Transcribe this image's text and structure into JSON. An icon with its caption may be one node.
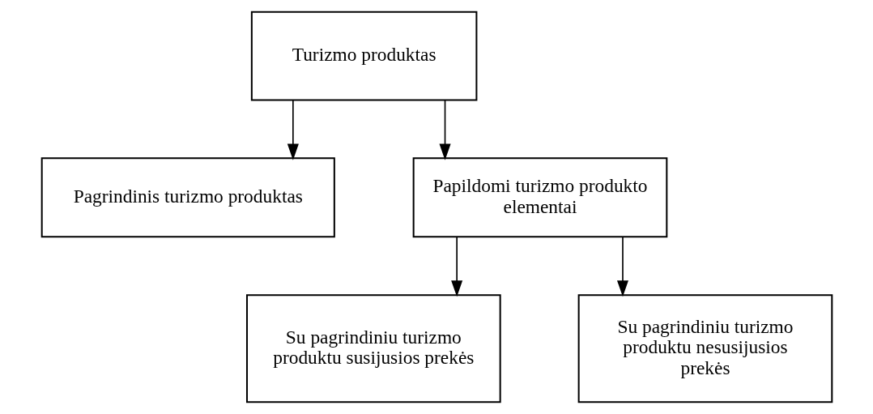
{
  "diagram": {
    "nodes": [
      {
        "text": [
          "Turizmo produktas"
        ]
      },
      {
        "text": [
          "Pagrindinis turizmo produktas"
        ]
      },
      {
        "text": [
          "Papildomi turizmo produkto elementai"
        ]
      },
      {
        "text": [
          "Su pagrindiniu turizmo produktu susijusios prekės"
        ]
      },
      {
        "text": [
          "Su pagrindiniu turizmo produktu nesusijusios prekės"
        ]
      }
    ],
    "edges": [
      {
        "from": 0,
        "to": 1,
        "arrow": "to"
      },
      {
        "from": 0,
        "to": 2,
        "arrow": "to"
      },
      {
        "from": 2,
        "to": 3,
        "arrow": "to"
      },
      {
        "from": 2,
        "to": 4,
        "arrow": "to"
      }
    ]
  }
}
